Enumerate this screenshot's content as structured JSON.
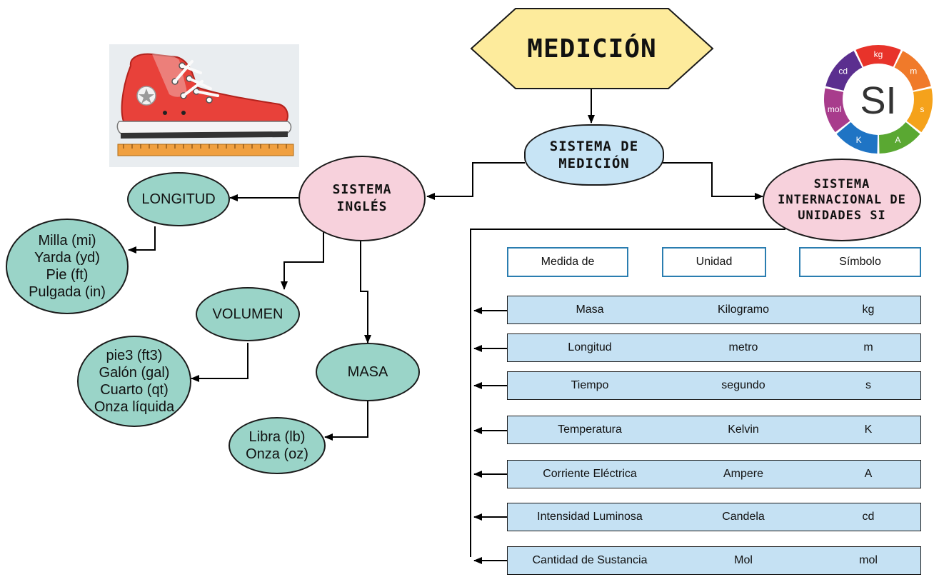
{
  "title": "MEDICIÓN",
  "center": "SISTEMA DE MEDICIÓN",
  "ingles": {
    "label": "SISTEMA INGLÉS",
    "longitud": {
      "label": "LONGITUD",
      "items": [
        "Milla (mi)",
        "Yarda (yd)",
        "Pie  (ft)",
        "Pulgada (in)"
      ]
    },
    "volumen": {
      "label": "VOLUMEN",
      "items": [
        "pie3 (ft3)",
        "Galón (gal)",
        "Cuarto (qt)",
        "Onza líquida"
      ]
    },
    "masa": {
      "label": "MASA",
      "items": [
        "Libra (lb)",
        "Onza  (oz)"
      ]
    }
  },
  "si": {
    "label": "SISTEMA INTERNACIONAL DE UNIDADES SI",
    "headers": [
      "Medida de",
      "Unidad",
      "Símbolo"
    ],
    "rows": [
      {
        "medida": "Masa",
        "unidad": "Kilogramo",
        "simbolo": "kg"
      },
      {
        "medida": "Longitud",
        "unidad": "metro",
        "simbolo": "m"
      },
      {
        "medida": "Tiempo",
        "unidad": "segundo",
        "simbolo": "s"
      },
      {
        "medida": "Temperatura",
        "unidad": "Kelvin",
        "simbolo": "K"
      },
      {
        "medida": "Corriente Eléctrica",
        "unidad": "Ampere",
        "simbolo": "A"
      },
      {
        "medida": "Intensidad Luminosa",
        "unidad": "Candela",
        "simbolo": "cd"
      },
      {
        "medida": "Cantidad de Sustancia",
        "unidad": "Mol",
        "simbolo": "mol"
      }
    ]
  },
  "si_logo": {
    "center": "SI",
    "segments": [
      {
        "label": "kg",
        "color": "#e8332a"
      },
      {
        "label": "m",
        "color": "#f07a2a"
      },
      {
        "label": "s",
        "color": "#f5a21b"
      },
      {
        "label": "A",
        "color": "#5aa832"
      },
      {
        "label": "K",
        "color": "#1f74c4"
      },
      {
        "label": "mol",
        "color": "#a83c8c"
      },
      {
        "label": "cd",
        "color": "#5b2f8f"
      }
    ]
  },
  "colors": {
    "teal": "#9ad4c8",
    "pink": "#f7d1dc",
    "blue": "#c7e4f5",
    "title_bg": "#fdeb9c",
    "row_bg": "#c5e1f3",
    "header_border": "#2a7db0"
  }
}
